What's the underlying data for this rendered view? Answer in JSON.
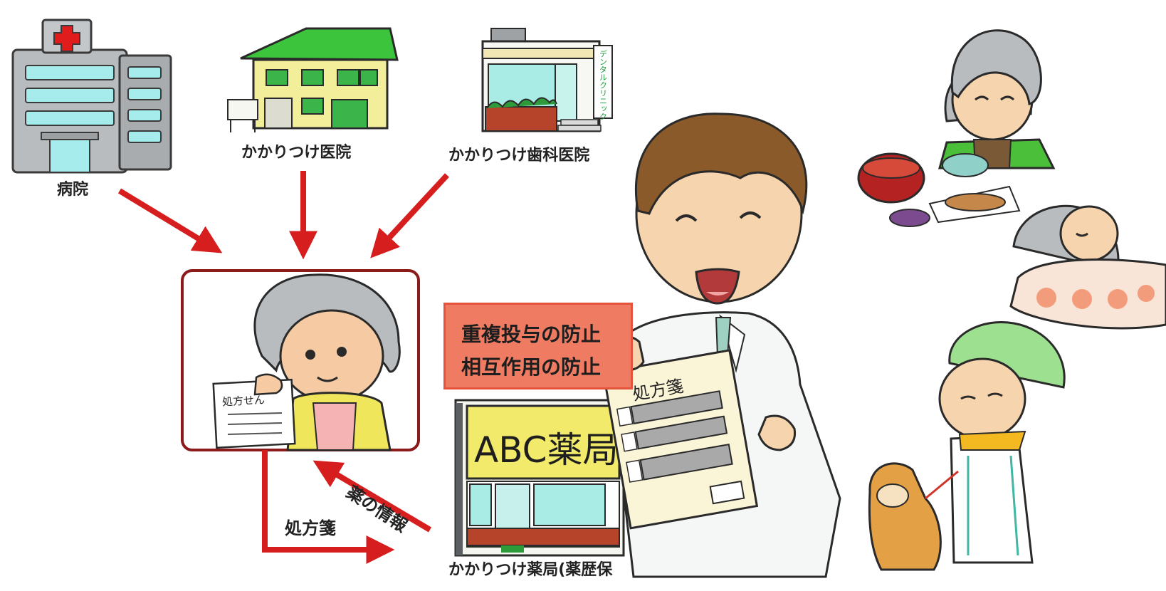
{
  "facilities": {
    "hospital": "病院",
    "family_clinic": "かかりつけ医院",
    "dental_clinic": "かかりつけ歯科医院",
    "dental_sign": "デンタルクリニック"
  },
  "patient": {
    "prescription_note": "処方せん"
  },
  "flow": {
    "prescription": "処方箋",
    "drug_info": "薬の情報"
  },
  "benefits": {
    "line1": "重複投与の防止",
    "line2": "相互作用の防止"
  },
  "pharmacy": {
    "sign": "ABC薬局",
    "caption": "かかりつけ薬局(薬歴保"
  },
  "pharmacist": {
    "sheet_title": "処方箋"
  },
  "colors": {
    "arrow": "#d61e1e",
    "frame": "#8b1a1a",
    "warn_box": "#ef7b62",
    "sign_yellow": "#f2ea6a",
    "roof_green": "#3cc43c"
  }
}
